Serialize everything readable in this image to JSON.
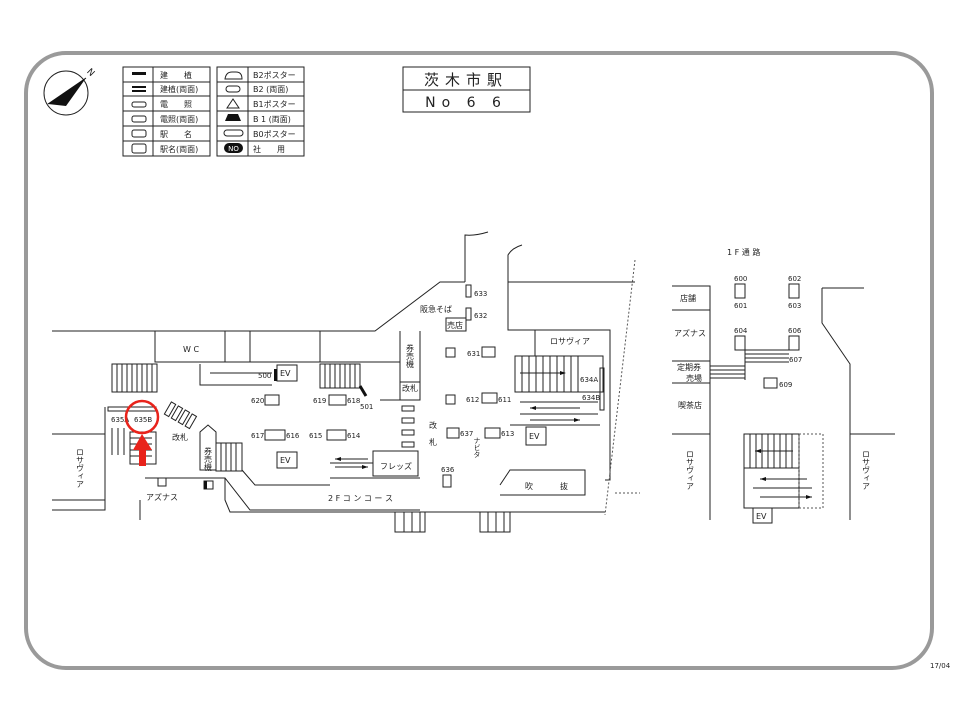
{
  "title": {
    "station": "茨木市駅",
    "number": "No 6 6"
  },
  "compass": {
    "label": "N"
  },
  "legend_left": [
    "建　　植",
    "建植(両面)",
    "電　　照",
    "電照(両面)",
    "駅　　名",
    "駅名(両面)"
  ],
  "legend_right": [
    "B2ポスター",
    "B2 (両面)",
    "B1ポスター",
    "B 1 (両面)",
    "B0ポスター",
    "社　　用"
  ],
  "legend_badge": "NO",
  "page_code": "17/04",
  "highlight": {
    "target": "635B",
    "color": "#e8231b"
  },
  "areas": {
    "wc": "W C",
    "kaisatsu_left": "改札",
    "kenbaiki_left": "券売機",
    "rosavia_left": "ロサヴィア",
    "azunasu_left": "アズナス",
    "concourse": "2 F コ ン コ ー ス",
    "freds": "フレッズ",
    "fukinuke_1": "吹",
    "fukinuke_2": "抜",
    "navita": "ナビタ",
    "rosavia_center": "ロサヴィア",
    "hankyu_soba": "阪急そば",
    "baiten": "売店",
    "kenbaiki_center": "券売機",
    "kaisatsu_center": "改札",
    "kaisatsu_mid_1": "改",
    "kaisatsu_mid_2": "札",
    "ev": "EV",
    "f1_corridor": "1 F 通 路",
    "tenpo": "店舗",
    "azunasu_right": "アズナス",
    "teikiken_1": "定期券",
    "teikiken_2": "売場",
    "kissaten": "喫茶店",
    "rosavia_right_a": "ロサヴィア",
    "rosavia_right_b": "ロサヴィア"
  },
  "spots": {
    "s500": "500",
    "s501": "501",
    "s620": "620",
    "s619": "619",
    "s618": "618",
    "s617": "617",
    "s616": "616",
    "s615": "615",
    "s614": "614",
    "s635A": "635A",
    "s635B": "635B",
    "s631": "631",
    "s632": "632",
    "s633": "633",
    "s612": "612",
    "s611": "611",
    "s637": "637",
    "s613": "613",
    "s636": "636",
    "s634A": "634A",
    "s634B": "634B",
    "s600": "600",
    "s601": "601",
    "s602": "602",
    "s603": "603",
    "s604": "604",
    "s606": "606",
    "s607": "607",
    "s609": "609"
  }
}
